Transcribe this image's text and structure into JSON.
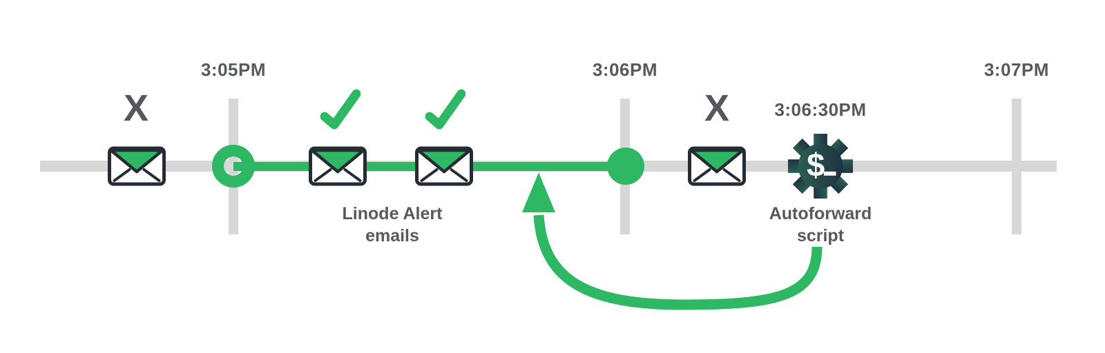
{
  "colors": {
    "green": "#2fb863",
    "track_gray": "#d7d7d7",
    "label_gray": "#58595c",
    "x_mark_gray": "#54575c",
    "envelope_outline": "#262c33",
    "gear_gradient_start": "#2c5e54",
    "gear_gradient_end": "#1e3240"
  },
  "ticks": [
    {
      "label": "3:05PM"
    },
    {
      "label": "3:06PM"
    },
    {
      "label": "3:07PM"
    }
  ],
  "alert_emails": {
    "line1": "Linode Alert",
    "line2": "emails"
  },
  "autoforward": {
    "time": "3:06:30PM",
    "line1": "Autoforward",
    "line2": "script",
    "prompt": "$"
  },
  "markers": {
    "failed": "X"
  }
}
